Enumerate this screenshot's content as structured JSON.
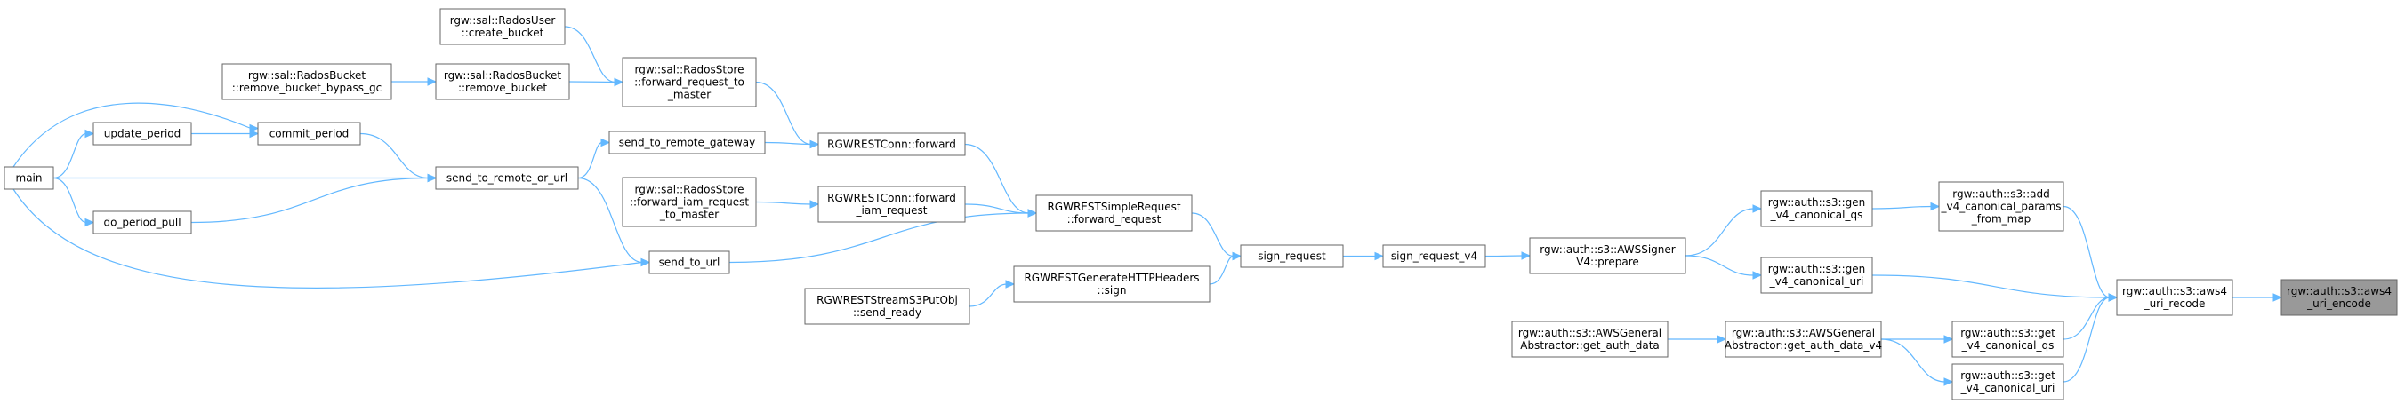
{
  "colors": {
    "edge": "#63b8ff",
    "node_border": "#666666",
    "focus_fill": "#999999",
    "node_fill": "#ffffff"
  },
  "nodes": [
    {
      "id": "aws4_uri_encode",
      "lines": [
        "rgw::auth::s3::aws4",
        "_uri_encode"
      ]
    },
    {
      "id": "aws4_uri_recode",
      "lines": [
        "rgw::auth::s3::aws4",
        "_uri_recode"
      ]
    },
    {
      "id": "add_v4_params",
      "lines": [
        "rgw::auth::s3::add",
        "_v4_canonical_params",
        "_from_map"
      ]
    },
    {
      "id": "gen_v4_qs",
      "lines": [
        "rgw::auth::s3::gen",
        "_v4_canonical_qs"
      ]
    },
    {
      "id": "gen_v4_uri",
      "lines": [
        "rgw::auth::s3::gen",
        "_v4_canonical_uri"
      ]
    },
    {
      "id": "get_v4_qs",
      "lines": [
        "rgw::auth::s3::get",
        "_v4_canonical_qs"
      ]
    },
    {
      "id": "get_v4_uri",
      "lines": [
        "rgw::auth::s3::get",
        "_v4_canonical_uri"
      ]
    },
    {
      "id": "awssigner_prepare",
      "lines": [
        "rgw::auth::s3::AWSSigner",
        "V4::prepare"
      ]
    },
    {
      "id": "get_auth_data_v4",
      "lines": [
        "rgw::auth::s3::AWSGeneral",
        "Abstractor::get_auth_data_v4"
      ]
    },
    {
      "id": "get_auth_data",
      "lines": [
        "rgw::auth::s3::AWSGeneral",
        "Abstractor::get_auth_data"
      ]
    },
    {
      "id": "sign_request_v4",
      "lines": [
        "sign_request_v4"
      ]
    },
    {
      "id": "sign_request",
      "lines": [
        "sign_request"
      ]
    },
    {
      "id": "forward_request",
      "lines": [
        "RGWRESTSimpleRequest",
        "::forward_request"
      ]
    },
    {
      "id": "gen_http_headers",
      "lines": [
        "RGWRESTGenerateHTTPHeaders",
        "::sign"
      ]
    },
    {
      "id": "s3putobj_send_ready",
      "lines": [
        "RGWRESTStreamS3PutObj",
        "::send_ready"
      ]
    },
    {
      "id": "conn_forward",
      "lines": [
        "RGWRESTConn::forward"
      ]
    },
    {
      "id": "conn_forward_iam",
      "lines": [
        "RGWRESTConn::forward",
        "_iam_request"
      ]
    },
    {
      "id": "send_to_url",
      "lines": [
        "send_to_url"
      ]
    },
    {
      "id": "forward_request_to_master",
      "lines": [
        "rgw::sal::RadosStore",
        "::forward_request_to",
        "_master"
      ]
    },
    {
      "id": "send_to_remote_gateway",
      "lines": [
        "send_to_remote_gateway"
      ]
    },
    {
      "id": "forward_iam_to_master",
      "lines": [
        "rgw::sal::RadosStore",
        "::forward_iam_request",
        "_to_master"
      ]
    },
    {
      "id": "create_bucket",
      "lines": [
        "rgw::sal::RadosUser",
        "::create_bucket"
      ]
    },
    {
      "id": "remove_bucket",
      "lines": [
        "rgw::sal::RadosBucket",
        "::remove_bucket"
      ]
    },
    {
      "id": "remove_bucket_bypass_gc",
      "lines": [
        "rgw::sal::RadosBucket",
        "::remove_bucket_bypass_gc"
      ]
    },
    {
      "id": "send_to_remote_or_url",
      "lines": [
        "send_to_remote_or_url"
      ]
    },
    {
      "id": "commit_period",
      "lines": [
        "commit_period"
      ]
    },
    {
      "id": "update_period",
      "lines": [
        "update_period"
      ]
    },
    {
      "id": "do_period_pull",
      "lines": [
        "do_period_pull"
      ]
    },
    {
      "id": "main",
      "lines": [
        "main"
      ]
    }
  ],
  "edges": [
    {
      "from": "aws4_uri_recode",
      "to": "aws4_uri_encode"
    },
    {
      "from": "add_v4_params",
      "to": "aws4_uri_recode"
    },
    {
      "from": "gen_v4_uri",
      "to": "aws4_uri_recode"
    },
    {
      "from": "get_v4_qs",
      "to": "aws4_uri_recode"
    },
    {
      "from": "get_v4_uri",
      "to": "aws4_uri_recode"
    },
    {
      "from": "gen_v4_qs",
      "to": "add_v4_params"
    },
    {
      "from": "awssigner_prepare",
      "to": "gen_v4_qs"
    },
    {
      "from": "awssigner_prepare",
      "to": "gen_v4_uri"
    },
    {
      "from": "get_auth_data_v4",
      "to": "get_v4_qs"
    },
    {
      "from": "get_auth_data_v4",
      "to": "get_v4_uri"
    },
    {
      "from": "get_auth_data",
      "to": "get_auth_data_v4"
    },
    {
      "from": "sign_request_v4",
      "to": "awssigner_prepare"
    },
    {
      "from": "sign_request",
      "to": "sign_request_v4"
    },
    {
      "from": "forward_request",
      "to": "sign_request"
    },
    {
      "from": "gen_http_headers",
      "to": "sign_request"
    },
    {
      "from": "s3putobj_send_ready",
      "to": "gen_http_headers"
    },
    {
      "from": "conn_forward",
      "to": "forward_request"
    },
    {
      "from": "conn_forward_iam",
      "to": "forward_request"
    },
    {
      "from": "send_to_url",
      "to": "forward_request"
    },
    {
      "from": "forward_request_to_master",
      "to": "conn_forward"
    },
    {
      "from": "send_to_remote_gateway",
      "to": "conn_forward"
    },
    {
      "from": "forward_iam_to_master",
      "to": "conn_forward_iam"
    },
    {
      "from": "send_to_remote_or_url",
      "to": "send_to_remote_gateway"
    },
    {
      "from": "send_to_remote_or_url",
      "to": "send_to_url"
    },
    {
      "from": "main",
      "to": "send_to_url"
    },
    {
      "from": "create_bucket",
      "to": "forward_request_to_master"
    },
    {
      "from": "remove_bucket",
      "to": "forward_request_to_master"
    },
    {
      "from": "remove_bucket_bypass_gc",
      "to": "remove_bucket"
    },
    {
      "from": "commit_period",
      "to": "send_to_remote_or_url"
    },
    {
      "from": "main",
      "to": "send_to_remote_or_url"
    },
    {
      "from": "do_period_pull",
      "to": "send_to_remote_or_url"
    },
    {
      "from": "update_period",
      "to": "commit_period"
    },
    {
      "from": "main",
      "to": "commit_period"
    },
    {
      "from": "main",
      "to": "update_period"
    },
    {
      "from": "main",
      "to": "do_period_pull"
    }
  ]
}
